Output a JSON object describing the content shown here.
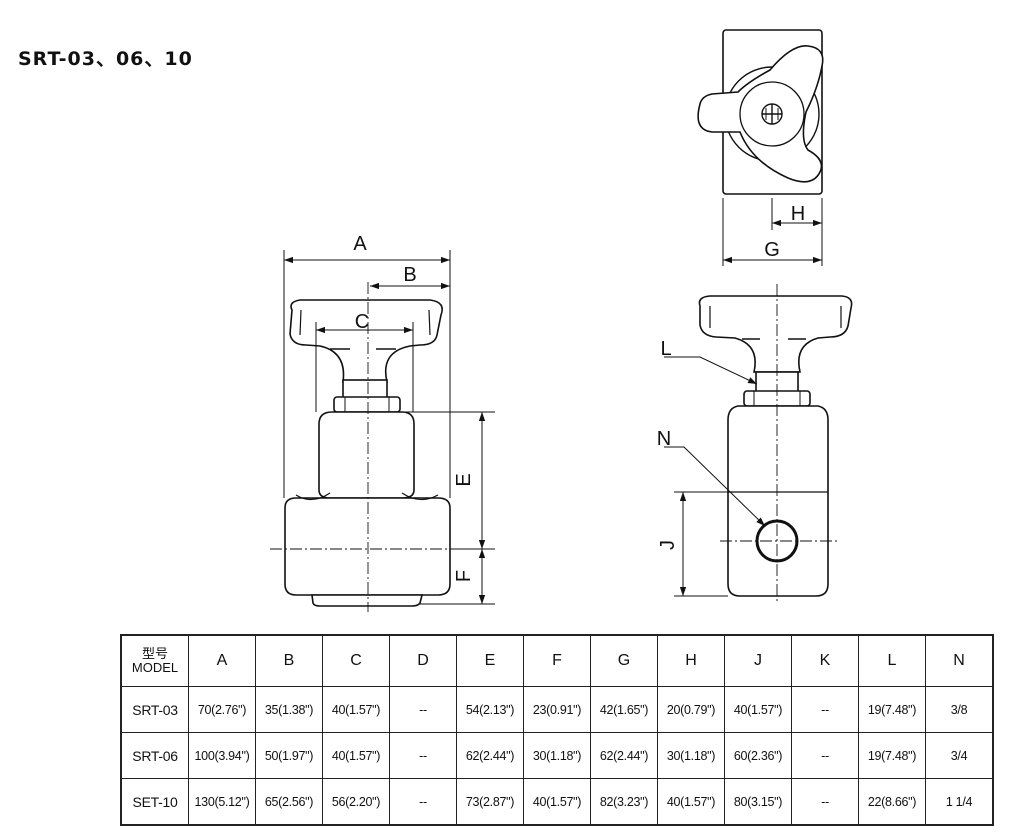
{
  "title": "SRT-03、06、10",
  "dims": {
    "A": "A",
    "B": "B",
    "C": "C",
    "E": "E",
    "F": "F",
    "G": "G",
    "H": "H",
    "J": "J",
    "L": "L",
    "N": "N"
  },
  "table": {
    "header_cn": "型号",
    "header_model": "MODEL",
    "columns": [
      "A",
      "B",
      "C",
      "D",
      "E",
      "F",
      "G",
      "H",
      "J",
      "K",
      "L",
      "N"
    ],
    "rows": [
      {
        "model": "SRT-03",
        "cells": [
          "70(2.76\")",
          "35(1.38\")",
          "40(1.57\")",
          "--",
          "54(2.13\")",
          "23(0.91\")",
          "42(1.65\")",
          "20(0.79\")",
          "40(1.57\")",
          "--",
          "19(7.48\")",
          "3/8"
        ]
      },
      {
        "model": "SRT-06",
        "cells": [
          "100(3.94\")",
          "50(1.97\")",
          "40(1.57\")",
          "--",
          "62(2.44\")",
          "30(1.18\")",
          "62(2.44\")",
          "30(1.18\")",
          "60(2.36\")",
          "--",
          "19(7.48\")",
          "3/4"
        ]
      },
      {
        "model": "SET-10",
        "cells": [
          "130(5.12\")",
          "65(2.56\")",
          "56(2.20\")",
          "--",
          "73(2.87\")",
          "40(1.57\")",
          "82(3.23\")",
          "40(1.57\")",
          "80(3.15\")",
          "--",
          "22(8.66\")",
          "1 1/4"
        ]
      }
    ]
  }
}
